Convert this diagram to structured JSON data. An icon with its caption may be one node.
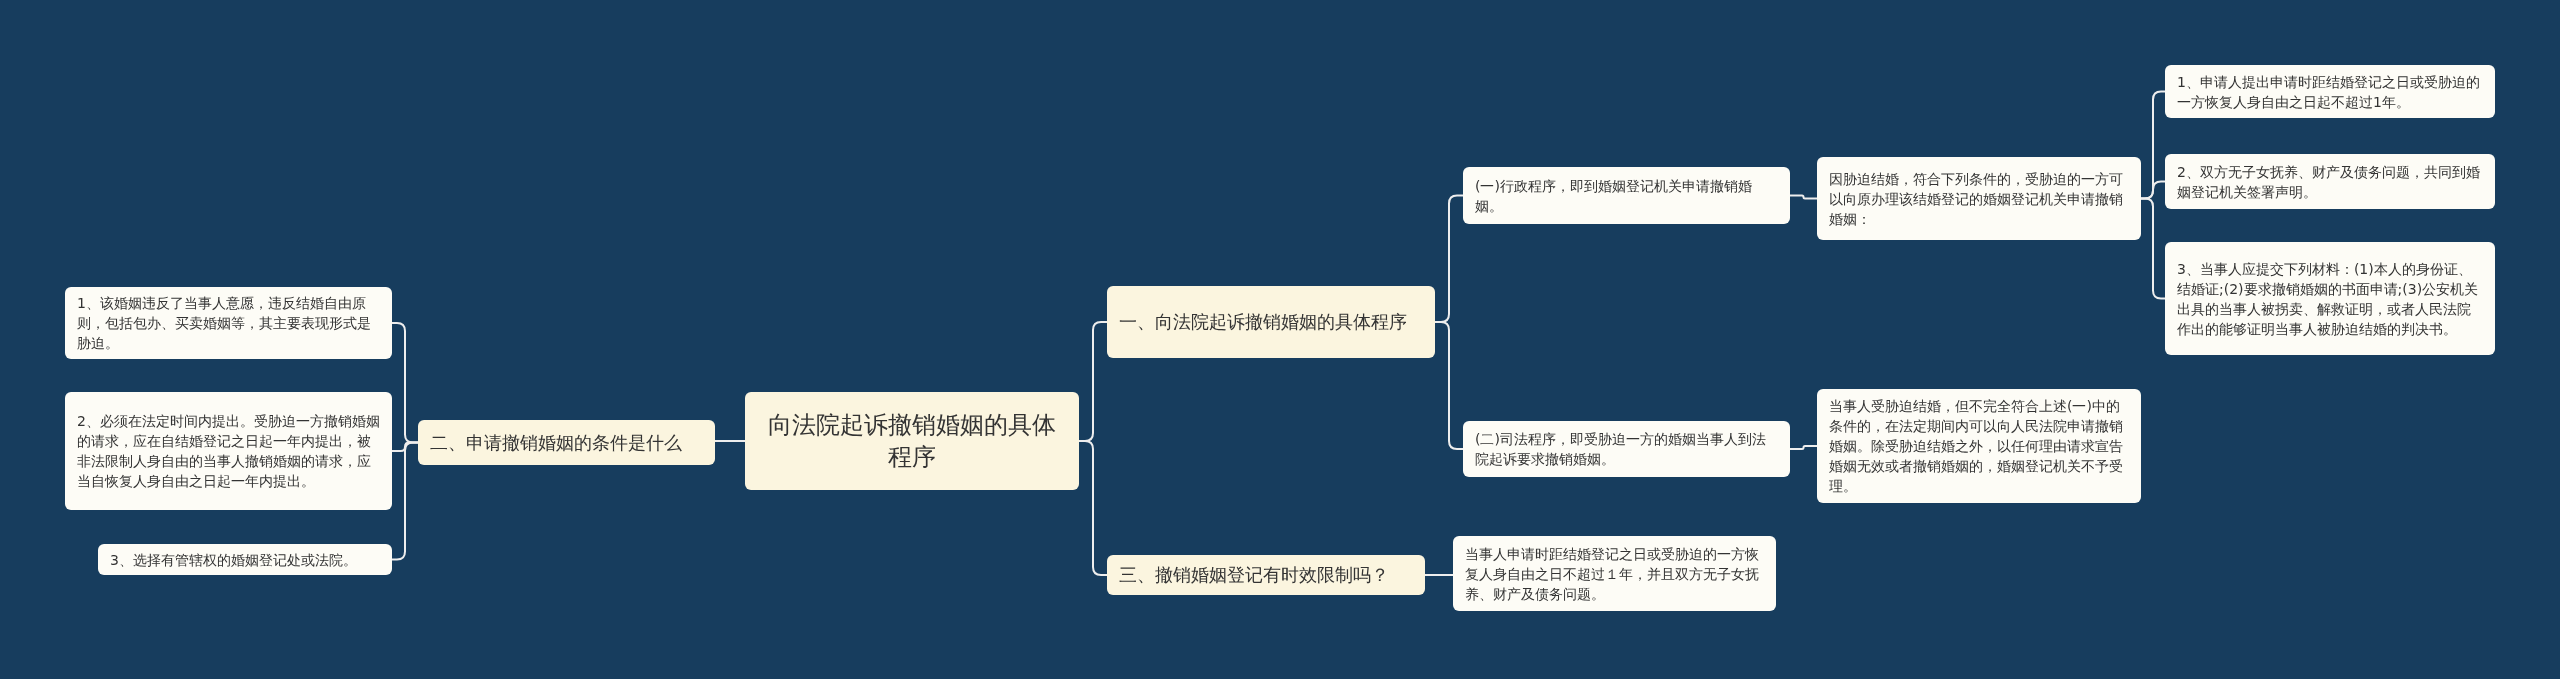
{
  "diagram": {
    "nodes": [
      {
        "text": [
          "向法院起诉撤销婚姻的具体程序"
        ]
      },
      {
        "text": [
          "二、申请撤销婚姻的条件是什么"
        ]
      },
      {
        "text": [
          "1、该婚姻违反了当事人意愿，违反结婚自由原则，包括包办、买卖婚姻等，其主要表现形式是胁迫。"
        ]
      },
      {
        "text": [
          "2、必须在法定时间内提出。受胁迫一方撤销婚姻的请求，应在自结婚登记之日起一年内提出，被非法限制人身自由的当事人撤销婚姻的请求，应当自恢复人身自由之日起一年内提出。"
        ]
      },
      {
        "text": [
          "3、选择有管辖权的婚姻登记处或法院。"
        ]
      },
      {
        "text": [
          "一、向法院起诉撤销婚姻的具体程序"
        ]
      },
      {
        "text": [
          "(一)行政程序，即到婚姻登记机关申请撤销婚姻。"
        ]
      },
      {
        "text": [
          "因胁迫结婚，符合下列条件的，受胁迫的一方可以向原办理该结婚登记的婚姻登记机关申请撤销婚姻："
        ]
      },
      {
        "text": [
          "1、申请人提出申请时距结婚登记之日或受胁迫的一方恢复人身自由之日起不超过1年。"
        ]
      },
      {
        "text": [
          "2、双方无子女抚养、财产及债务问题，共同到婚姻登记机关签署声明。"
        ]
      },
      {
        "text": [
          "3、当事人应提交下列材料：(1)本人的身份证、结婚证;(2)要求撤销婚姻的书面申请;(3)公安机关出具的当事人被拐卖、解救证明，或者人民法院作出的能够证明当事人被胁迫结婚的判决书。"
        ]
      },
      {
        "text": [
          "(二)司法程序，即受胁迫一方的婚姻当事人到法院起诉要求撤销婚姻。"
        ]
      },
      {
        "text": [
          "当事人受胁迫结婚，但不完全符合上述(一)中的条件的，在法定期间内可以向人民法院申请撤销婚姻。除受胁迫结婚之外，以任何理由请求宣告婚姻无效或者撤销婚姻的，婚姻登记机关不予受理。"
        ]
      },
      {
        "text": [
          "三、撤销婚姻登记有时效限制吗？"
        ]
      },
      {
        "text": [
          "当事人申请时距结婚登记之日或受胁迫的一方恢复人身自由之日不超过１年，并且双方无子女抚养、财产及债务问题。"
        ]
      }
    ],
    "edges": [
      {
        "from": 0,
        "to": 1,
        "arrow": "none"
      },
      {
        "from": 1,
        "to": 2,
        "arrow": "none"
      },
      {
        "from": 1,
        "to": 3,
        "arrow": "none"
      },
      {
        "from": 1,
        "to": 4,
        "arrow": "none"
      },
      {
        "from": 0,
        "to": 5,
        "arrow": "none"
      },
      {
        "from": 5,
        "to": 6,
        "arrow": "none"
      },
      {
        "from": 6,
        "to": 7,
        "arrow": "none"
      },
      {
        "from": 7,
        "to": 8,
        "arrow": "none"
      },
      {
        "from": 7,
        "to": 9,
        "arrow": "none"
      },
      {
        "from": 7,
        "to": 10,
        "arrow": "none"
      },
      {
        "from": 5,
        "to": 11,
        "arrow": "none"
      },
      {
        "from": 11,
        "to": 12,
        "arrow": "none"
      },
      {
        "from": 0,
        "to": 13,
        "arrow": "none"
      },
      {
        "from": 13,
        "to": 14,
        "arrow": "none"
      }
    ]
  }
}
